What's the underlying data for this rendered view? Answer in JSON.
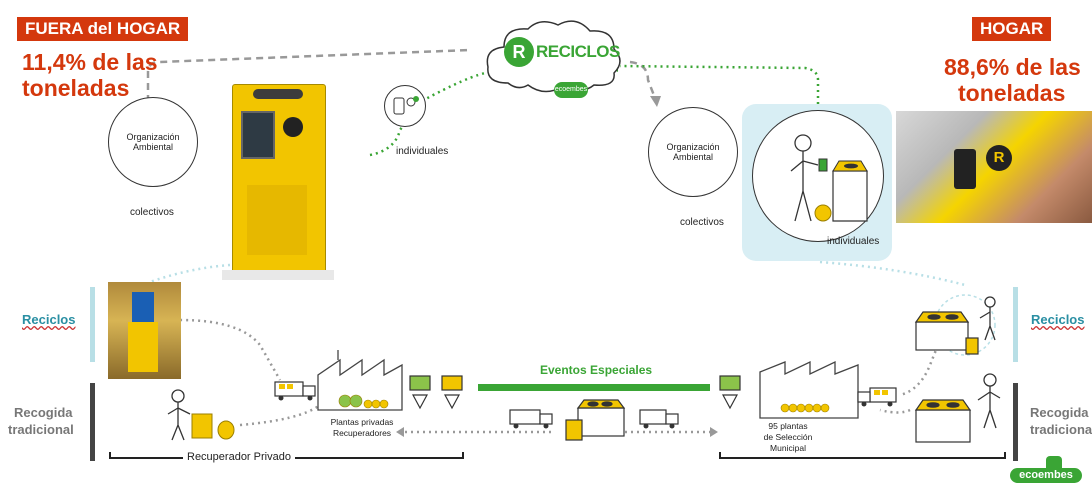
{
  "left": {
    "tag": "FUERA del HOGAR",
    "percent_line1": "11,4% de las",
    "percent_line2": "toneladas",
    "circle_label": "Organización Ambiental",
    "colectivos": "colectivos",
    "individuales": "individuales",
    "reciclos_label": "Reciclos",
    "recogida_line1": "Recogida",
    "recogida_line2": "tradicional",
    "plantas_line1": "Plantas privadas",
    "plantas_line2": "Recuperadores",
    "recuperador": "Recuperador Privado"
  },
  "right": {
    "tag": "HOGAR",
    "percent_line1": "88,6% de las",
    "percent_line2": "toneladas",
    "circle_label": "Organización Ambiental",
    "colectivos": "colectivos",
    "individuales": "individuales",
    "reciclos_label": "Reciclos",
    "recogida_line1": "Recogida",
    "recogida_line2": "tradiciona",
    "plantas_line1": "95 plantas",
    "plantas_line2": "de Selección",
    "plantas_line3": "Municipal"
  },
  "center": {
    "cloud_brand": "RECICLOS",
    "ecoembes_small": "ecoembes",
    "eventos": "Eventos Especiales"
  },
  "footer": {
    "brand": "ecoembes"
  },
  "colors": {
    "accent_red": "#d4380d",
    "yellow": "#f2c500",
    "green": "#3aa535",
    "teal": "#2a8fa3"
  }
}
